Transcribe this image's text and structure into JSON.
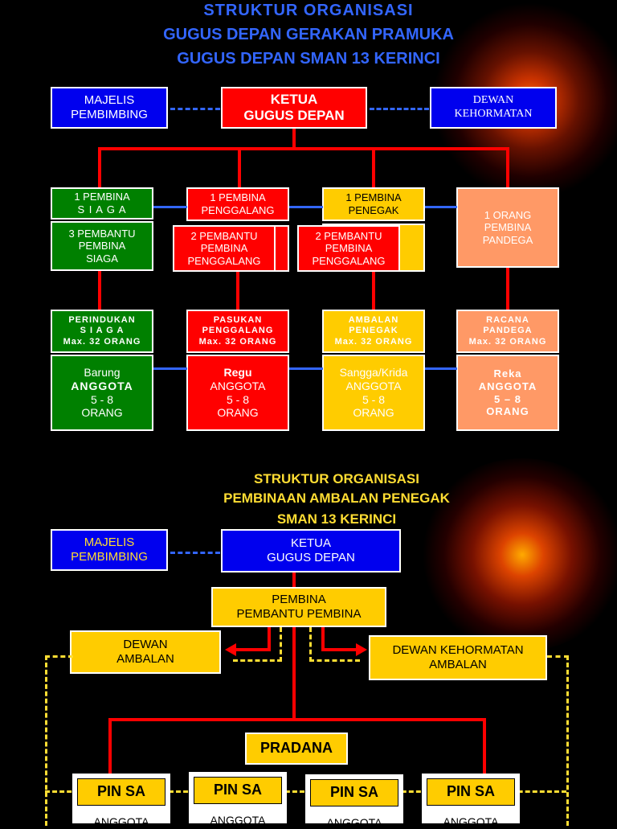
{
  "top_title": {
    "line1": "STRUKTUR ORGANISASI",
    "line2": "GUGUS DEPAN GERAKAN PRAMUKA",
    "line3": "GUGUS DEPAN SMAN 13 KERINCI"
  },
  "top_chart": {
    "majelis": [
      "MAJELIS",
      "PEMBIMBING"
    ],
    "ketua": [
      "KETUA",
      "GUGUS DEPAN"
    ],
    "dewan": [
      "DEWAN",
      "KEHORMATAN"
    ],
    "siaga_pembina": [
      "1 PEMBINA",
      "S I A G A"
    ],
    "siaga_pembantu": [
      "3 PEMBANTU",
      "PEMBINA",
      "SIAGA"
    ],
    "penggalang_pembina": [
      "1 PEMBINA",
      "PENGGALANG"
    ],
    "penggalang_pembantu": [
      "2 PEMBANTU",
      "PEMBINA",
      "PENGGALANG"
    ],
    "penegak_pembina": [
      "1 PEMBINA",
      "PENEGAK"
    ],
    "penegak_pembantu": [
      "2 PEMBANTU",
      "PEMBINA",
      "PENGGALANG"
    ],
    "pandega_pembina": [
      "1 ORANG",
      "PEMBINA",
      "PANDEGA"
    ],
    "perindukan": [
      "PERINDUKAN",
      "S I A G A",
      "Max. 32 ORANG"
    ],
    "perindukan_sub": [
      "Barung",
      "ANGGOTA",
      "5 - 8",
      "ORANG"
    ],
    "pasukan": [
      "PASUKAN",
      "PENGGALANG",
      "Max. 32 ORANG"
    ],
    "pasukan_sub": [
      "Regu",
      "ANGGOTA",
      "5 - 8",
      "ORANG"
    ],
    "ambalan": [
      "AMBALAN",
      "PENEGAK",
      "Max. 32 ORANG"
    ],
    "ambalan_sub": [
      "Sangga/Krida",
      "ANGGOTA",
      "5 - 8",
      "ORANG"
    ],
    "racana": [
      "RACANA",
      "PANDEGA",
      "Max. 32 ORANG"
    ],
    "racana_sub": [
      "Reka",
      "ANGGOTA",
      "5 – 8",
      "ORANG"
    ]
  },
  "bottom_title": {
    "line1": "STRUKTUR ORGANISASI",
    "line2": "PEMBINAAN AMBALAN PENEGAK",
    "line3": "SMAN 13 KERINCI"
  },
  "bottom_chart": {
    "majelis": [
      "MAJELIS",
      "PEMBIMBING"
    ],
    "ketua": [
      "KETUA",
      "GUGUS DEPAN"
    ],
    "pembina": [
      "PEMBINA",
      "PEMBANTU PEMBINA"
    ],
    "dewan_ambalan": [
      "DEWAN",
      "AMBALAN"
    ],
    "dewan_kehormatan": [
      "DEWAN KEHORMATAN",
      "AMBALAN"
    ],
    "pradana": "PRADANA",
    "pinsa": [
      "PIN SA",
      "PIN SA",
      "PIN SA",
      "PIN SA"
    ],
    "anggota": [
      "ANGGOTA",
      "ANGGOTA",
      "ANGGOTA",
      "ANGGOTA"
    ]
  },
  "colors": {
    "background": "#000000",
    "title_yellow": "#ffdd33",
    "blue": "#0000ee",
    "red": "#ff0000",
    "green": "#008000",
    "yellow": "#ffcc00",
    "salmon": "#ff9966",
    "connector_blue": "#3366ff"
  }
}
